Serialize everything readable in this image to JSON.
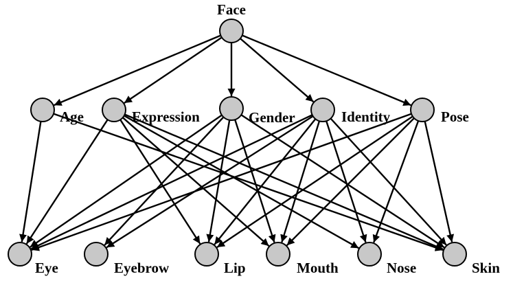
{
  "nodes": [
    {
      "id": "face",
      "label": "Face"
    },
    {
      "id": "age",
      "label": "Age"
    },
    {
      "id": "expression",
      "label": "Expression"
    },
    {
      "id": "gender",
      "label": "Gender"
    },
    {
      "id": "identity",
      "label": "Identity"
    },
    {
      "id": "pose",
      "label": "Pose"
    },
    {
      "id": "eye",
      "label": "Eye"
    },
    {
      "id": "eyebrow",
      "label": "Eyebrow"
    },
    {
      "id": "lip",
      "label": "Lip"
    },
    {
      "id": "mouth",
      "label": "Mouth"
    },
    {
      "id": "nose",
      "label": "Nose"
    },
    {
      "id": "skin",
      "label": "Skin"
    }
  ],
  "edges": [
    [
      "face",
      "age"
    ],
    [
      "face",
      "expression"
    ],
    [
      "face",
      "gender"
    ],
    [
      "face",
      "identity"
    ],
    [
      "face",
      "pose"
    ],
    [
      "age",
      "eye"
    ],
    [
      "age",
      "skin"
    ],
    [
      "expression",
      "eye"
    ],
    [
      "expression",
      "lip"
    ],
    [
      "expression",
      "mouth"
    ],
    [
      "expression",
      "nose"
    ],
    [
      "expression",
      "skin"
    ],
    [
      "gender",
      "eye"
    ],
    [
      "gender",
      "eyebrow"
    ],
    [
      "gender",
      "lip"
    ],
    [
      "gender",
      "mouth"
    ],
    [
      "gender",
      "skin"
    ],
    [
      "identity",
      "eye"
    ],
    [
      "identity",
      "eyebrow"
    ],
    [
      "identity",
      "lip"
    ],
    [
      "identity",
      "mouth"
    ],
    [
      "identity",
      "nose"
    ],
    [
      "identity",
      "skin"
    ],
    [
      "pose",
      "eye"
    ],
    [
      "pose",
      "lip"
    ],
    [
      "pose",
      "mouth"
    ],
    [
      "pose",
      "nose"
    ],
    [
      "pose",
      "skin"
    ]
  ]
}
